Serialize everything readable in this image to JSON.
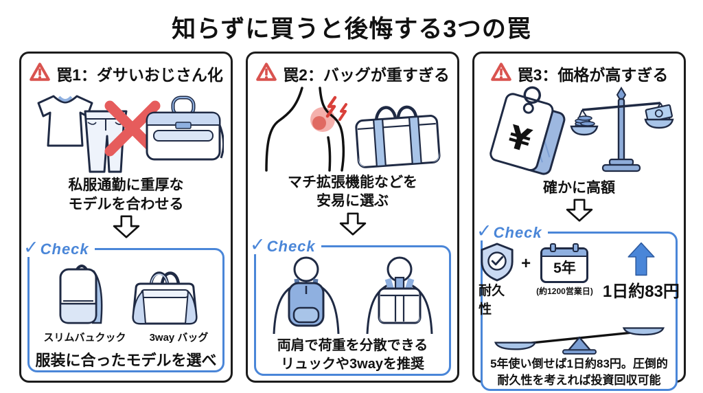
{
  "title": "知らずに買うと後悔する3つの罠",
  "colors": {
    "accent_blue": "#4a86d8",
    "warning_red": "#d9534f",
    "illustration_blue": "#a8c4e8",
    "outline_navy": "#1f2a44",
    "cross_red": "#e65c5c"
  },
  "panels": [
    {
      "header": "罠1：ダサいおじさん化",
      "caption_line1": "私服通勤に重厚な",
      "caption_line2": "モデルを合わせる",
      "check_label": "Check",
      "item_labels": [
        "スリムバュクック",
        "3way バッグ"
      ],
      "recommendation": "服装に合ったモデルを選べ"
    },
    {
      "header": "罠2：バッグが重すぎる",
      "caption_line1": "マチ拡張機能などを",
      "caption_line2": "安易に選ぶ",
      "check_label": "Check",
      "recommendation_line1": "両肩で荷重を分散できる",
      "recommendation_line2": "リュックや3wayを推奨"
    },
    {
      "header": "罠3：価格が高すぎる",
      "caption_line1": "確かに高額",
      "check_label": "Check",
      "durability_label": "耐久性",
      "plus_sign": "+",
      "calendar_label": "5年",
      "calendar_sub": "(約1200営業日)",
      "daily_cost": "1日約83円",
      "recommendation_line1": "5年使い倒せば1日約83円。圧倒的",
      "recommendation_line2": "耐久性を考えれば投資回収可能"
    }
  ]
}
